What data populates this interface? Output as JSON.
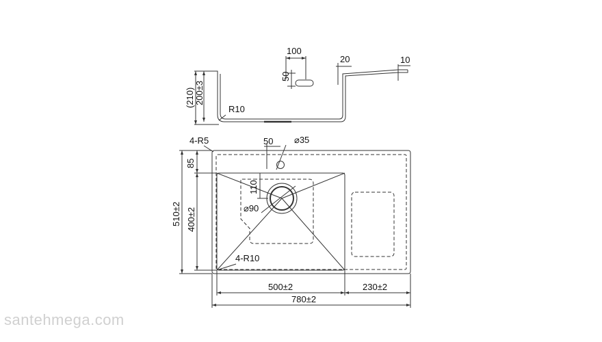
{
  "colors": {
    "line": "#333333",
    "dash": "#555555",
    "watermark": "#d0d0d0",
    "background": "#ffffff"
  },
  "side_view": {
    "outlet_width": "100",
    "outlet_height": "50",
    "rim_width": "20",
    "edge_thickness": "10",
    "overall_depth": "(210)",
    "bowl_depth": "200±3",
    "bottom_radius": "R10"
  },
  "top_view": {
    "corner_radius": "4-R5",
    "tap_hole_offset": "50",
    "tap_hole_diameter": "⌀35",
    "back_margin": "85",
    "drain_offset": "110",
    "drain_diameter": "⌀90",
    "bowl_corner_radius": "4-R10",
    "overall_depth": "510±2",
    "bowl_depth": "400±2",
    "bowl_width": "500±2",
    "drainer_width": "230±2",
    "overall_width": "780±2"
  },
  "watermark": "santehmega.com"
}
